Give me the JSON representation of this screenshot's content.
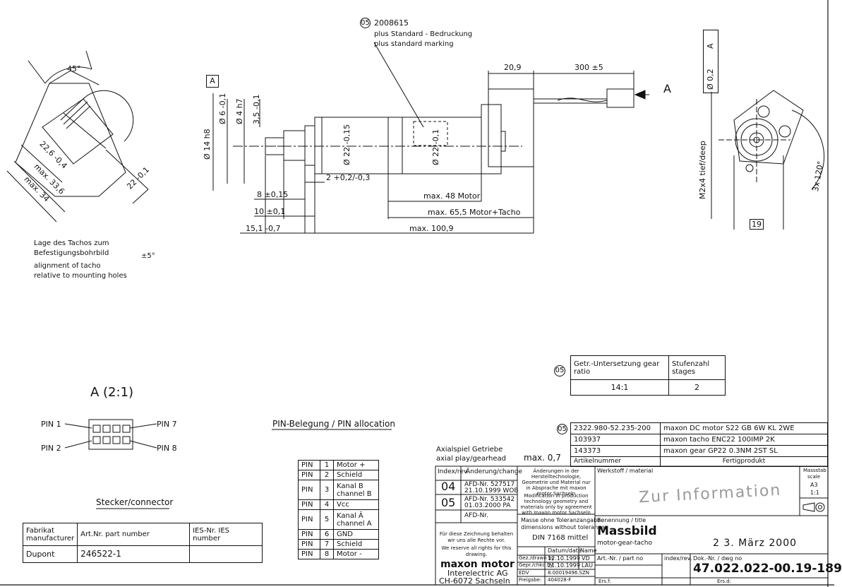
{
  "revision_marker": "05",
  "part_marking": {
    "code": "2008615",
    "line_de": "plus Standard - Bedruckung",
    "line_en": "plus standard marking"
  },
  "view_a_callout": "A",
  "side_dims": {
    "d6": "Ø 6 -0,1",
    "d4": "Ø 4 h7",
    "d14": "Ø 14 h8",
    "d22a": "Ø 22 -0,15",
    "d22b": "Ø 22 -0,1",
    "l35": "3,5 -0,1",
    "l2": "2 +0,2/-0,3",
    "l209": "20,9",
    "l300": "300 ±5",
    "l8": "8 ±0,15",
    "l10": "10 ±0,1",
    "l151": "15,1 -0,7",
    "max48": "max. 48 Motor",
    "max655": "max. 65,5 Motor+Tacho",
    "max1009": "max. 100,9"
  },
  "left_view": {
    "angle": "45°",
    "d226": "22,6 -0,4",
    "max336": "max. 33,6",
    "max34": "max. 34",
    "d22": "22 -0,1"
  },
  "right_view": {
    "tol": "Ø 0,2",
    "ref": "A",
    "thread": "M2x4 tief/deep",
    "bolt": "3x 120°",
    "dim19": "19"
  },
  "tacho_note": {
    "de1": "Lage des Tachos zum",
    "de2": "Befestigungsbohrbild",
    "en1": "alignment of tacho",
    "en2": "relative to mounting holes",
    "tol": "±5°"
  },
  "detail_a": {
    "title": "A (2:1)",
    "pin1": "PIN 1",
    "pin2": "PIN 2",
    "pin7": "PIN 7",
    "pin8": "PIN 8",
    "connector": "Stecker/connector"
  },
  "connector_table": {
    "h1": "Fabrikat manufacturer",
    "h2": "Art.Nr. part number",
    "h3": "IES-Nr. IES number",
    "v1": "Dupont",
    "v2": "246522-1",
    "v3": ""
  },
  "pin_alloc": {
    "title": "PIN-Belegung / PIN allocation",
    "rows": [
      {
        "pin": "PIN",
        "num": "1",
        "sig": "Motor +"
      },
      {
        "pin": "PIN",
        "num": "2",
        "sig": "Schield"
      },
      {
        "pin": "PIN",
        "num": "3",
        "sig": "Kanal B channel B"
      },
      {
        "pin": "PIN",
        "num": "4",
        "sig": "Vcc"
      },
      {
        "pin": "PIN",
        "num": "5",
        "sig": "Kanal Ā channel A"
      },
      {
        "pin": "PIN",
        "num": "6",
        "sig": "GND"
      },
      {
        "pin": "PIN",
        "num": "7",
        "sig": "Schield"
      },
      {
        "pin": "PIN",
        "num": "8",
        "sig": "Motor -"
      }
    ]
  },
  "gear_table": {
    "h1": "Getr.-Untersetzung gear ratio",
    "h2": "Stufenzahl stages",
    "v1": "14:1",
    "v2": "2"
  },
  "axial_play": {
    "de": "Axialspiel Getriebe",
    "en": "axial play/gearhead",
    "value": "max. 0,7"
  },
  "parts_list": {
    "rows": [
      {
        "code": "2322.980-52.235-200",
        "desc": "maxon DC motor S22 GB 6W KL 2WE"
      },
      {
        "code": "103937",
        "desc": "maxon tacho ENC22 100IMP 2K"
      },
      {
        "code": "143373",
        "desc": "maxon gear GP22 0.3NM 2ST SL"
      }
    ],
    "footer_left": "Artikelnummer",
    "footer_right": "Fertigprodukt"
  },
  "title_block": {
    "rev_header": "Index/rev.",
    "change_header": "Änderung/change",
    "rev04": "04",
    "rev04_afd": "AFD-Nr. 527517",
    "rev04_date": "21.10.1999  WOB",
    "rev05": "05",
    "rev05_afd": "AFD-Nr. 533542",
    "rev05_date": "01.03.2000  PA",
    "afd_blank": "AFD-Nr.",
    "note_de": "Änderungen in der Herstelltechnologie, Geometrie und Material nur in Absprache mit maxon motor Sachseln",
    "note_en": "Modification in production technology geometry and materials only by agreement with maxon motor Sachseln",
    "tol_de": "Masse ohne Toleranzangabe:",
    "tol_en": "dimensions without tolerance:",
    "tol_std": "DIN 7168 mittel",
    "rights_de": "Für diese Zeichnung behalten wir uns alle Rechte vor.",
    "rights_en": "We reserve all rights for this drawing.",
    "company": "maxon motor",
    "company2": "Interelectric AG",
    "company3": "CH-6072 Sachseln",
    "datum": "Datum/date",
    "name": "Name",
    "gez": "Gez./drawn by",
    "gez_date": "12.10.1999",
    "gez_name": "VD",
    "gepr": "Gepr./chkd by",
    "gepr_date": "21.10.1999",
    "gepr_name": "LAU",
    "edv": "EDV",
    "edv_val": "8.00019496.SZN",
    "freigabe": "Freigabe:",
    "freigabe_val": "404028-F",
    "material": "Werkstoff / material",
    "stamp": "Zur Information",
    "scale_de": "Massstab",
    "scale_en": "scale",
    "paper": "A3",
    "ratio": "1:1",
    "title_label": "Benennung / title",
    "title": "Massbild",
    "subtitle": "motor-gear-tacho",
    "date_stamp": "2 3. März 2000",
    "art_label": "Art.-Nr. / part no",
    "index_label": "index/rev.",
    "dwg_label": "Dok.-Nr. / dwg no",
    "dwg_no": "47.022.022-00.19-189",
    "ers": "Ers.f:",
    "ers2": "Ers.d:"
  }
}
